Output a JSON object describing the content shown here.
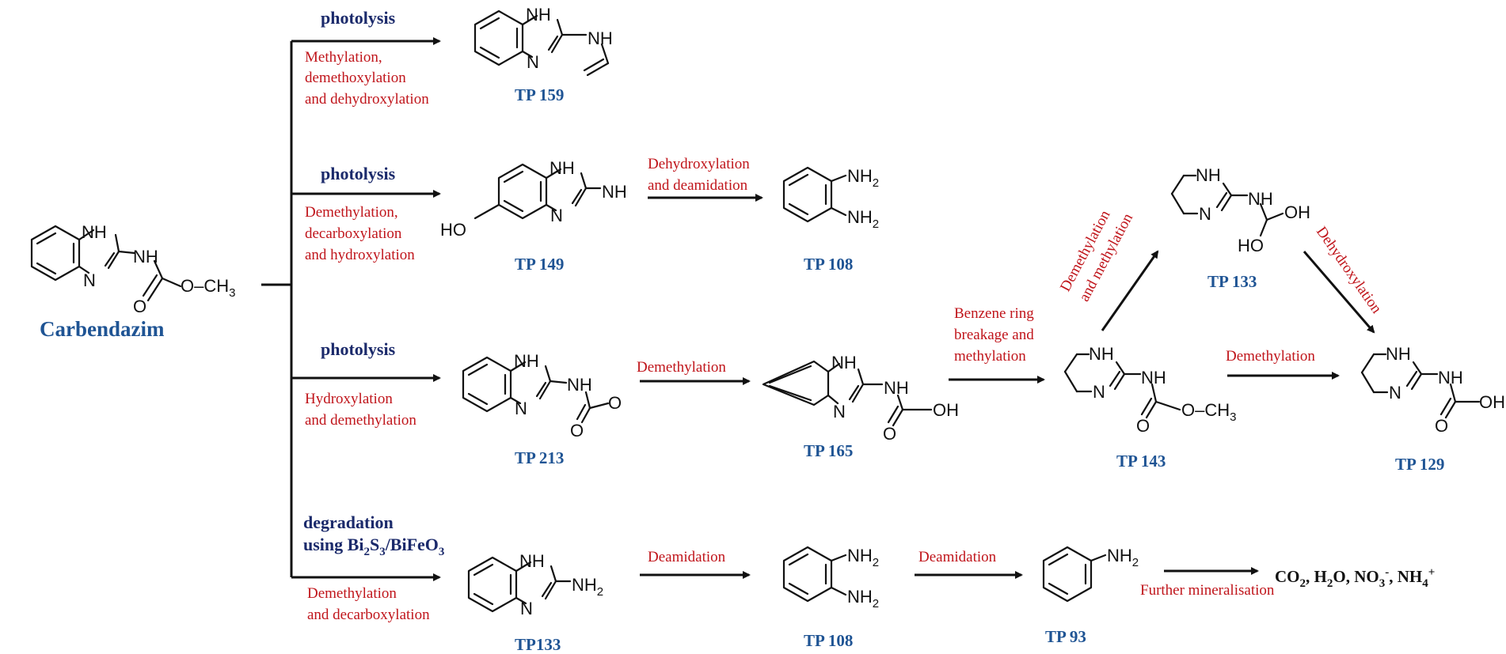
{
  "colors": {
    "title_blue": "#1f5494",
    "step_blue": "#1b2a6b",
    "reaction_red": "#c0151b",
    "ink": "#111111"
  },
  "start": {
    "label": "Carbendazim"
  },
  "atoms": {
    "nh": "NH",
    "n": "N",
    "o": "O",
    "oh": "OH",
    "ho": "HO",
    "ch3": "CH",
    "ch3_sub": "3",
    "nh2": "NH",
    "nh2_sub": "2",
    "dash_o_ch3": "O–CH"
  },
  "routes": [
    {
      "step": "photolysis",
      "reaction": [
        "Methylation,",
        "demethoxylation",
        "and dehydroxylation"
      ],
      "product": "TP 159"
    },
    {
      "step": "photolysis",
      "reaction": [
        "Demethylation,",
        "decarboxylation",
        "and hydroxylation"
      ],
      "product": "TP 149",
      "next": {
        "reaction": [
          "Dehydroxylation",
          "and deamidation"
        ],
        "product": "TP 108"
      }
    },
    {
      "step": "photolysis",
      "reaction": [
        "Hydroxylation",
        "and demethylation"
      ],
      "product": "TP 213",
      "next": {
        "reaction": [
          "Demethylation"
        ],
        "product": "TP 165"
      },
      "next2": {
        "reaction": [
          "Benzene ring",
          "breakage and",
          "methylation"
        ],
        "product": "TP 143"
      },
      "up": {
        "reaction": [
          "Demethylation",
          "and methylation"
        ],
        "product": "TP 133"
      },
      "down": {
        "reaction": [
          "Dehydroxylation"
        ]
      },
      "right": {
        "reaction": [
          "Demethylation"
        ],
        "product": "TP 129"
      }
    },
    {
      "step": [
        "degradation",
        "using Bi",
        "2",
        "S",
        "3",
        "/BiFeO",
        "3"
      ],
      "reaction": [
        "Demethylation",
        "and decarboxylation"
      ],
      "product": "TP133",
      "next": {
        "reaction": [
          "Deamidation"
        ],
        "product": "TP 108"
      },
      "next2": {
        "reaction": [
          "Deamidation"
        ],
        "product": "TP 93"
      },
      "next3": {
        "reaction": [
          "Further mineralisation"
        ]
      }
    }
  ],
  "final_products": {
    "co2": "CO",
    "two": "2",
    "h2o": "H",
    "o": "O",
    "no3": "NO",
    "three": "3",
    "minus": "-",
    "nh4": "NH",
    "four": "4",
    "plus": "+",
    "sep": ", "
  }
}
